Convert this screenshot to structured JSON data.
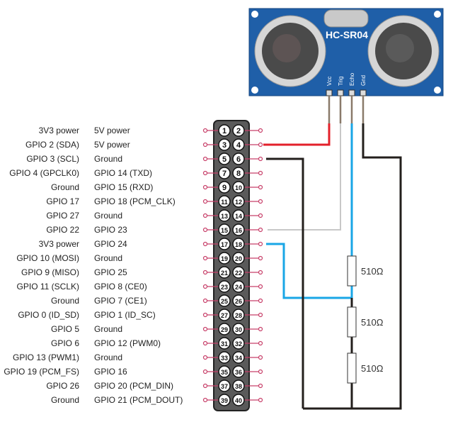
{
  "sensor": {
    "name": "HC-SR04",
    "pins": [
      "Vcc",
      "Trig",
      "Echo",
      "Gnd"
    ]
  },
  "header": {
    "rows": [
      {
        "left": "3V3 power",
        "right": "5V power"
      },
      {
        "left": "GPIO 2 (SDA)",
        "right": "5V power"
      },
      {
        "left": "GPIO 3 (SCL)",
        "right": "Ground"
      },
      {
        "left": "GPIO 4 (GPCLK0)",
        "right": "GPIO 14 (TXD)"
      },
      {
        "left": "Ground",
        "right": "GPIO 15 (RXD)"
      },
      {
        "left": "GPIO 17",
        "right": "GPIO 18 (PCM_CLK)"
      },
      {
        "left": "GPIO 27",
        "right": "Ground"
      },
      {
        "left": "GPIO 22",
        "right": "GPIO 23"
      },
      {
        "left": "3V3 power",
        "right": "GPIO 24"
      },
      {
        "left": "GPIO 10 (MOSI)",
        "right": "Ground"
      },
      {
        "left": "GPIO 9 (MISO)",
        "right": "GPIO 25"
      },
      {
        "left": "GPIO 11 (SCLK)",
        "right": "GPIO 8 (CE0)"
      },
      {
        "left": "Ground",
        "right": "GPIO 7 (CE1)"
      },
      {
        "left": "GPIO 0 (ID_SD)",
        "right": "GPIO 1 (ID_SC)"
      },
      {
        "left": "GPIO 5",
        "right": "Ground"
      },
      {
        "left": "GPIO 6",
        "right": "GPIO 12 (PWM0)"
      },
      {
        "left": "GPIO 13 (PWM1)",
        "right": "Ground"
      },
      {
        "left": "GPIO 19 (PCM_FS)",
        "right": "GPIO 16"
      },
      {
        "left": "GPIO 26",
        "right": "GPIO 20 (PCM_DIN)"
      },
      {
        "left": "Ground",
        "right": "GPIO 21 (PCM_DOUT)"
      }
    ]
  },
  "resistors": [
    "510Ω",
    "510Ω",
    "510Ω"
  ],
  "wire_colors": {
    "vcc": "#e3202a",
    "trig": "#c8c8c8",
    "echo": "#19a6e6",
    "gnd": "#231f1c"
  },
  "colors": {
    "board": "#1f5fa8",
    "header": "#5a5a5a",
    "connector": "#c8406a"
  }
}
